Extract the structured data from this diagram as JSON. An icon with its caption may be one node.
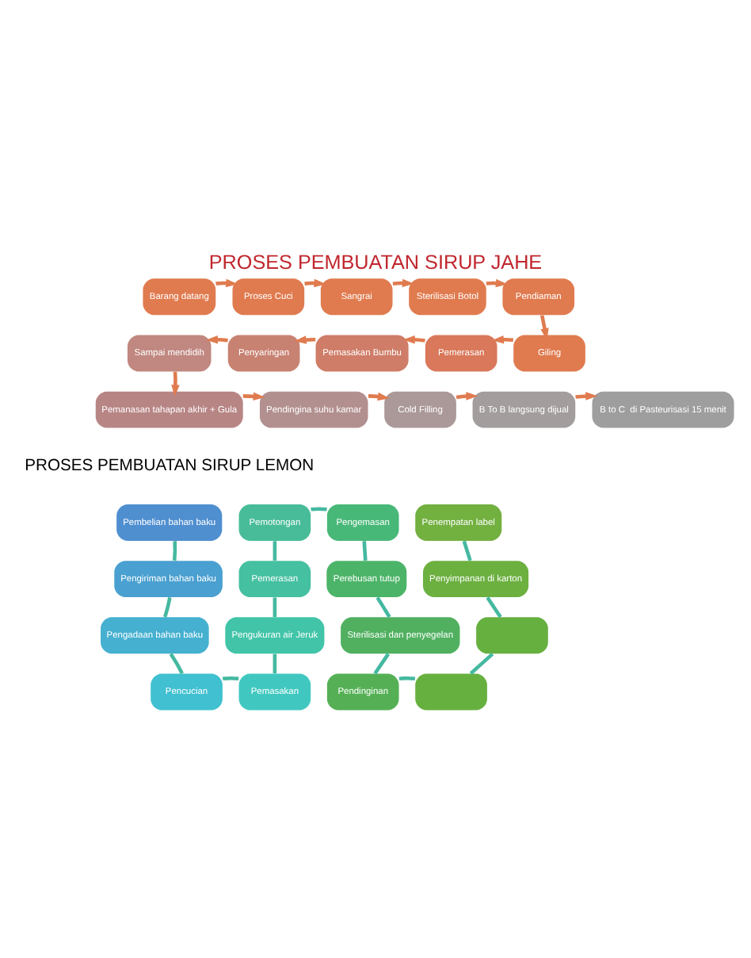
{
  "diagram": {
    "title": "PROSES PEMBUATAN SIRUP JAHE",
    "nodes": [
      {
        "text": [
          "Barang datang"
        ]
      },
      {
        "text": [
          "Proses Cuci"
        ]
      },
      {
        "text": [
          "Sangrai"
        ]
      },
      {
        "text": [
          "Sterilisasi Botol"
        ]
      },
      {
        "text": [
          "Pendiaman"
        ]
      },
      {
        "text": [
          "Giling"
        ]
      },
      {
        "text": [
          "Pemerasan"
        ]
      },
      {
        "text": [
          "Pemasakan Bumbu"
        ]
      },
      {
        "text": [
          "Penyaringan"
        ]
      },
      {
        "text": [
          "Sampai mendidih"
        ]
      },
      {
        "text": [
          "Pemanasan tahapan akhir + Gula"
        ]
      },
      {
        "text": [
          "Pendingina suhu kamar"
        ]
      },
      {
        "text": [
          "Cold Filling"
        ]
      },
      {
        "text": [
          "B To B langsung dijual"
        ]
      },
      {
        "text": [
          "B to C  di Pasteurisasi 15 menit"
        ]
      },
      {
        "text": [
          "Pembelian bahan baku"
        ]
      },
      {
        "text": [
          "Pengiriman bahan baku"
        ]
      },
      {
        "text": [
          "Pengadaan bahan baku"
        ]
      },
      {
        "text": [
          "Pencucian"
        ]
      },
      {
        "text": [
          "Pemasakan"
        ]
      },
      {
        "text": [
          "Pengukuran air Jeruk"
        ]
      },
      {
        "text": [
          "Pemerasan"
        ]
      },
      {
        "text": [
          "Pemotongan"
        ]
      },
      {
        "text": [
          "Pengemasan"
        ]
      },
      {
        "text": [
          "Perebusan tutup"
        ]
      },
      {
        "text": [
          "Sterilisasi dan penyegelan"
        ]
      },
      {
        "text": [
          "Pendinginan"
        ]
      },
      {
        "text": [],
        "shape": "box"
      },
      {
        "text": [],
        "shape": "box"
      },
      {
        "text": [
          "Penyimpanan di karton"
        ]
      },
      {
        "text": [
          "Penempatan label"
        ]
      }
    ],
    "edges": [
      {
        "from": 0,
        "to": 1,
        "arrow": "to",
        "color": "#e07b4f"
      },
      {
        "from": 1,
        "to": 2,
        "arrow": "to",
        "color": "#e07b4f"
      },
      {
        "from": 2,
        "to": 3,
        "arrow": "to",
        "color": "#e07b4f"
      },
      {
        "from": 3,
        "to": 4,
        "arrow": "to",
        "color": "#e07b4f"
      },
      {
        "from": 4,
        "to": 5,
        "arrow": "to",
        "color": "#e07b4f"
      },
      {
        "from": 5,
        "to": 6,
        "arrow": "to",
        "color": "#e07b4f"
      },
      {
        "from": 6,
        "to": 7,
        "arrow": "to",
        "color": "#e07b4f"
      },
      {
        "from": 7,
        "to": 8,
        "arrow": "to",
        "color": "#e07b4f"
      },
      {
        "from": 8,
        "to": 9,
        "arrow": "to",
        "color": "#e07b4f"
      },
      {
        "from": 9,
        "to": 10,
        "arrow": "to",
        "color": "#e07b4f"
      },
      {
        "from": 10,
        "to": 11,
        "arrow": "to",
        "color": "#e07b4f"
      },
      {
        "from": 11,
        "to": 12,
        "arrow": "to",
        "color": "#e07b4f"
      },
      {
        "from": 12,
        "to": 13,
        "arrow": "to",
        "color": "#e07b4f"
      },
      {
        "from": 13,
        "to": 14,
        "arrow": "to",
        "color": "#e07b4f"
      },
      {
        "from": 15,
        "to": 16,
        "arrow": "none"
      },
      {
        "from": 16,
        "to": 17,
        "arrow": "none"
      },
      {
        "from": 17,
        "to": 18,
        "arrow": "none"
      },
      {
        "from": 18,
        "to": 19,
        "arrow": "none"
      },
      {
        "from": 19,
        "to": 20,
        "arrow": "none"
      },
      {
        "from": 20,
        "to": 21,
        "arrow": "none"
      },
      {
        "from": 21,
        "to": 22,
        "arrow": "none"
      },
      {
        "from": 22,
        "to": 23,
        "arrow": "none"
      },
      {
        "from": 23,
        "to": 24,
        "arrow": "none"
      },
      {
        "from": 24,
        "to": 25,
        "arrow": "none"
      },
      {
        "from": 25,
        "to": 26,
        "arrow": "none"
      },
      {
        "from": 26,
        "to": 28,
        "arrow": "none"
      },
      {
        "from": 28,
        "to": 27,
        "arrow": "none"
      },
      {
        "from": 27,
        "to": 29,
        "arrow": "none"
      },
      {
        "from": 29,
        "to": 30,
        "arrow": "none"
      }
    ],
    "labels": [
      "PROSES PEMBUATAN SIRUP LEMON"
    ]
  }
}
